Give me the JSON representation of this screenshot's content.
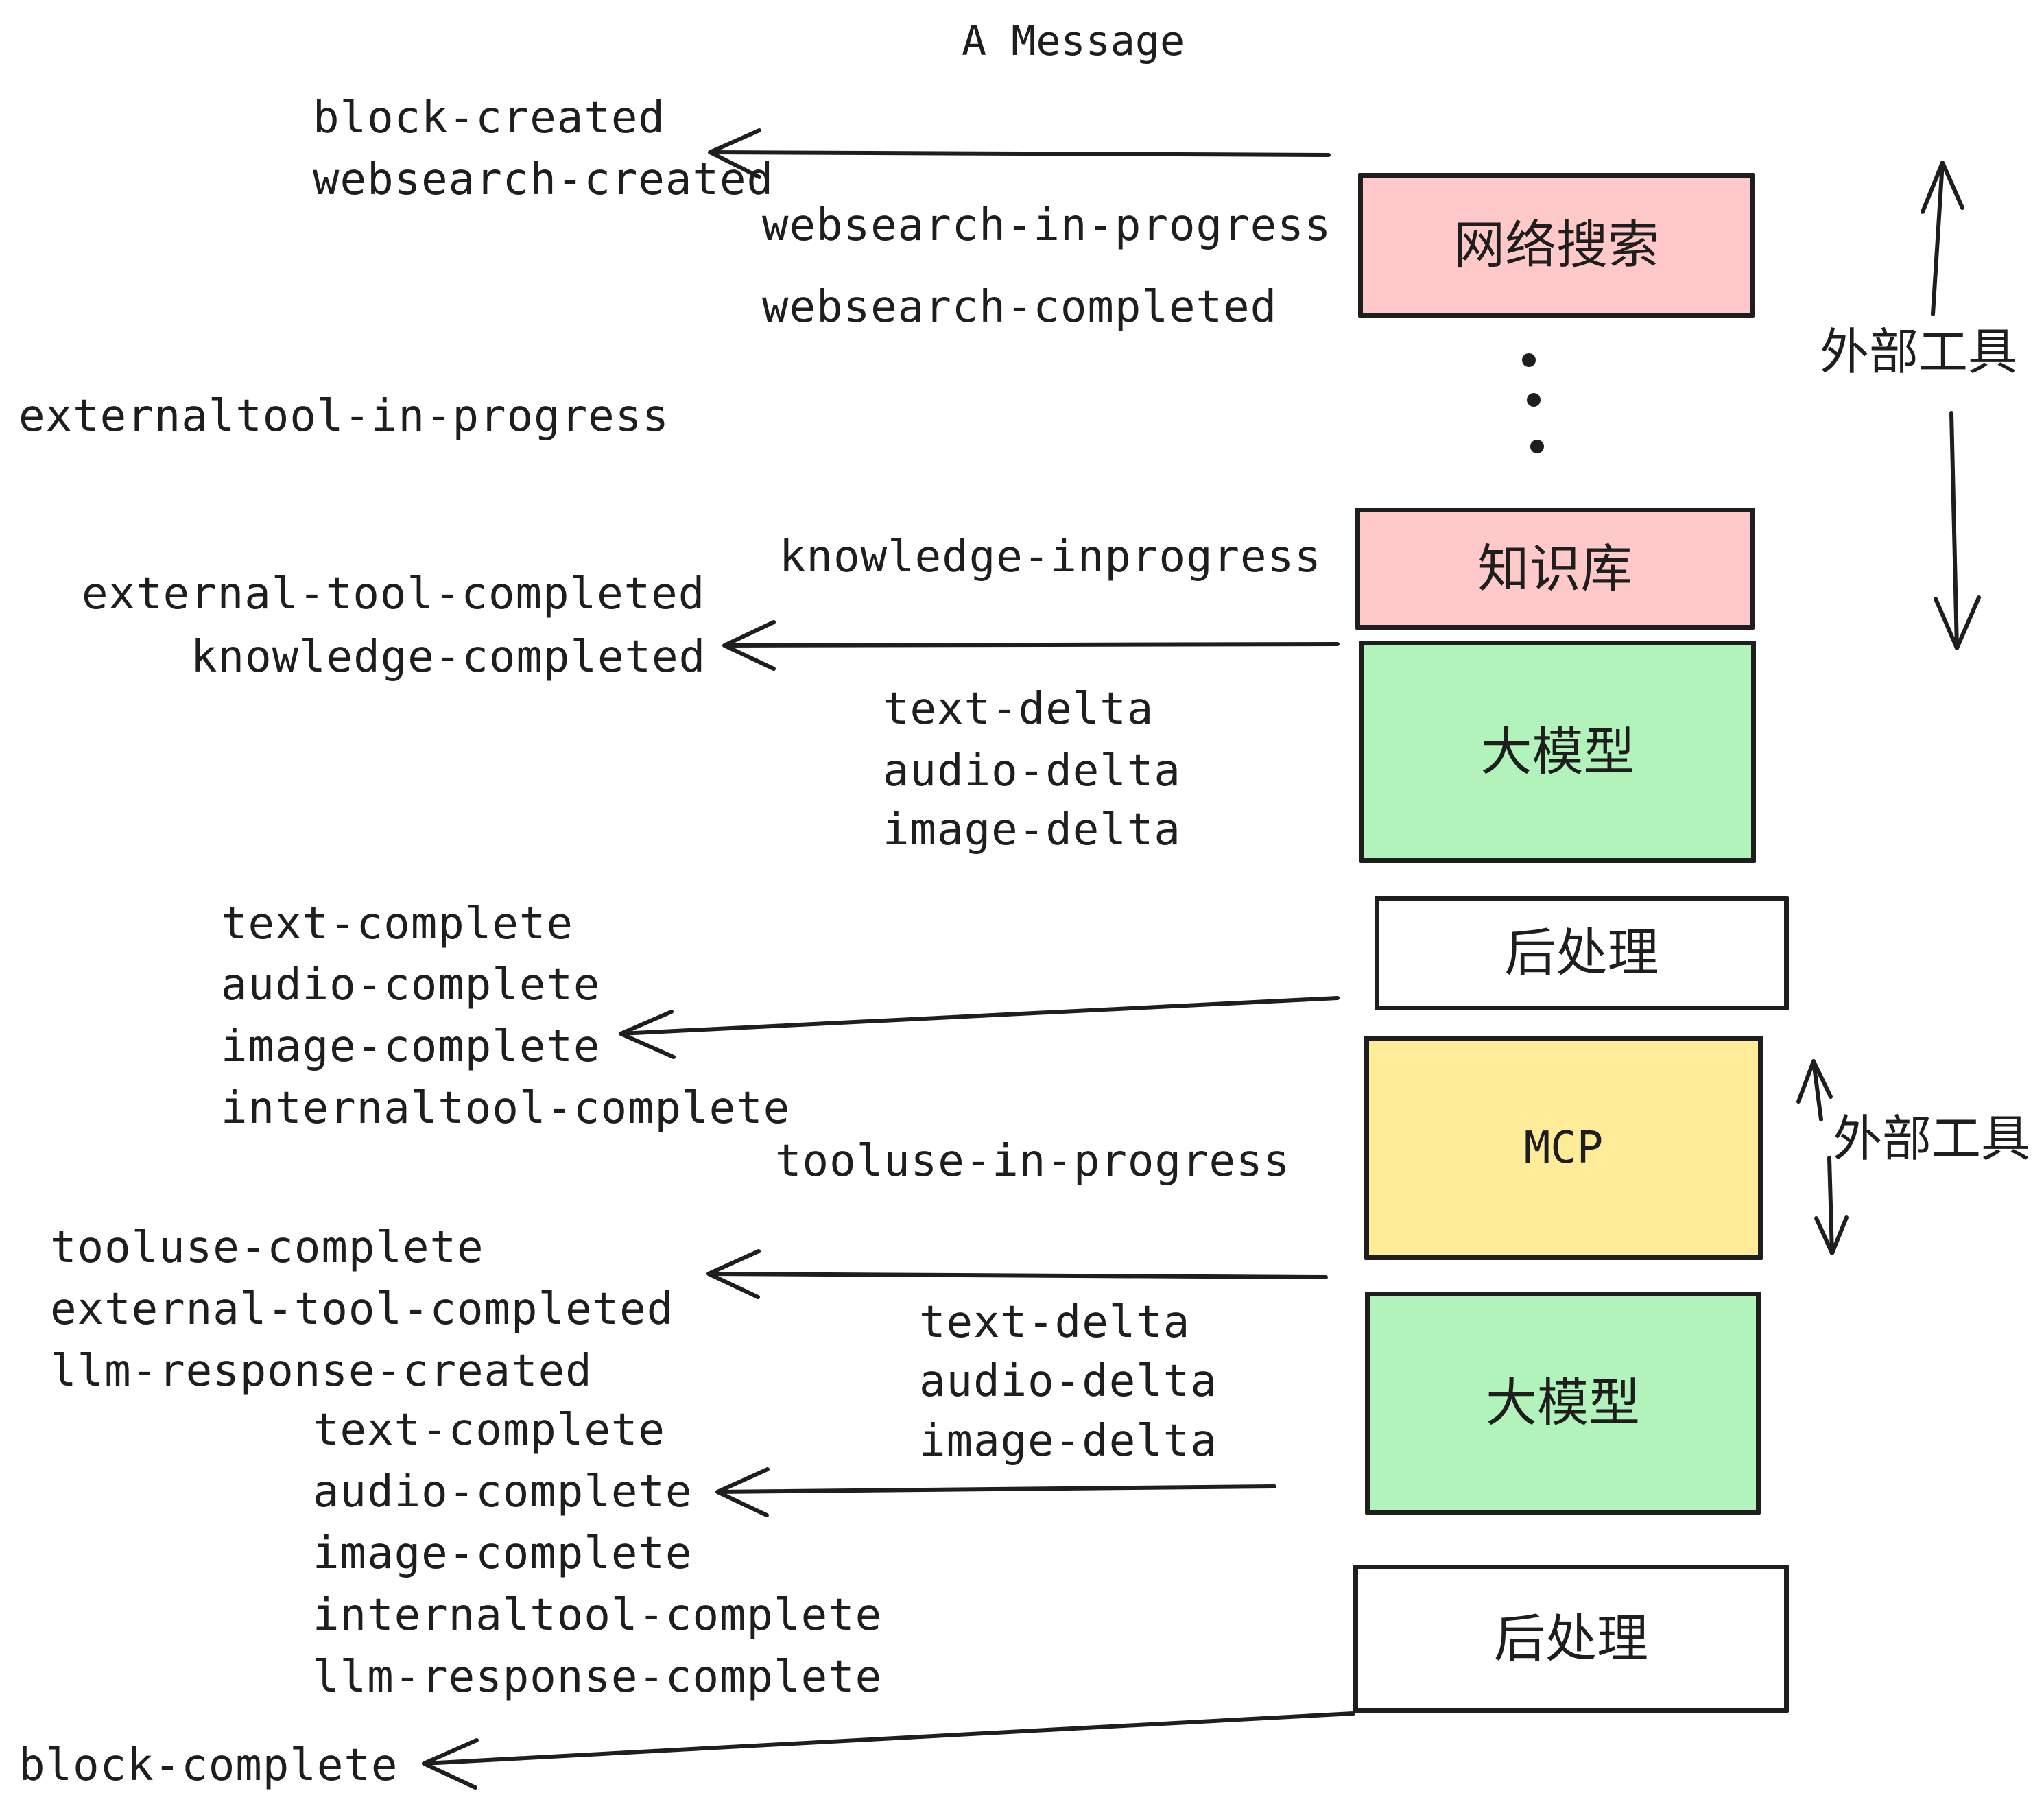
{
  "title": "A Message",
  "events": {
    "block_created": "block-created",
    "websearch_created": "websearch-created",
    "websearch_in_progress": "websearch-in-progress",
    "websearch_completed": "websearch-completed",
    "externaltool_in_progress": "externaltool-in-progress",
    "knowledge_inprogress": "knowledge-inprogress",
    "external_tool_completed_1": "external-tool-completed",
    "knowledge_completed": "knowledge-completed",
    "text_delta_1": "text-delta",
    "audio_delta_1": "audio-delta",
    "image_delta_1": "image-delta",
    "text_complete_1": "text-complete",
    "audio_complete_1": "audio-complete",
    "image_complete_1": "image-complete",
    "internaltool_complete_1": "internaltool-complete",
    "tooluse_in_progress": "tooluse-in-progress",
    "tooluse_complete": "tooluse-complete",
    "external_tool_completed_2": "external-tool-completed",
    "llm_response_created": "llm-response-created",
    "text_delta_2": "text-delta",
    "audio_delta_2": "audio-delta",
    "image_delta_2": "image-delta",
    "text_complete_2": "text-complete",
    "audio_complete_2": "audio-complete",
    "image_complete_2": "image-complete",
    "internaltool_complete_2": "internaltool-complete",
    "llm_response_complete": "llm-response-complete",
    "block_complete": "block-complete"
  },
  "boxes": {
    "websearch": {
      "label": "网络搜索",
      "fill": "#ffc9c9"
    },
    "knowledge": {
      "label": "知识库",
      "fill": "#ffc9c9"
    },
    "llm_1": {
      "label": "大模型",
      "fill": "#b2f2bb"
    },
    "postprocess_1": {
      "label": "后处理",
      "fill": "#ffffff"
    },
    "mcp": {
      "label": "MCP",
      "fill": "#ffec99"
    },
    "llm_2": {
      "label": "大模型",
      "fill": "#b2f2bb"
    },
    "postprocess_2": {
      "label": "后处理",
      "fill": "#ffffff"
    }
  },
  "annotations": {
    "external_tools_top": "外部工具",
    "external_tools_mcp": "外部工具"
  },
  "colors": {
    "stroke": "#1e1e1e",
    "pink": "#ffc9c9",
    "green": "#b2f2bb",
    "yellow": "#ffec99",
    "white": "#ffffff",
    "background": "#ffffff"
  }
}
